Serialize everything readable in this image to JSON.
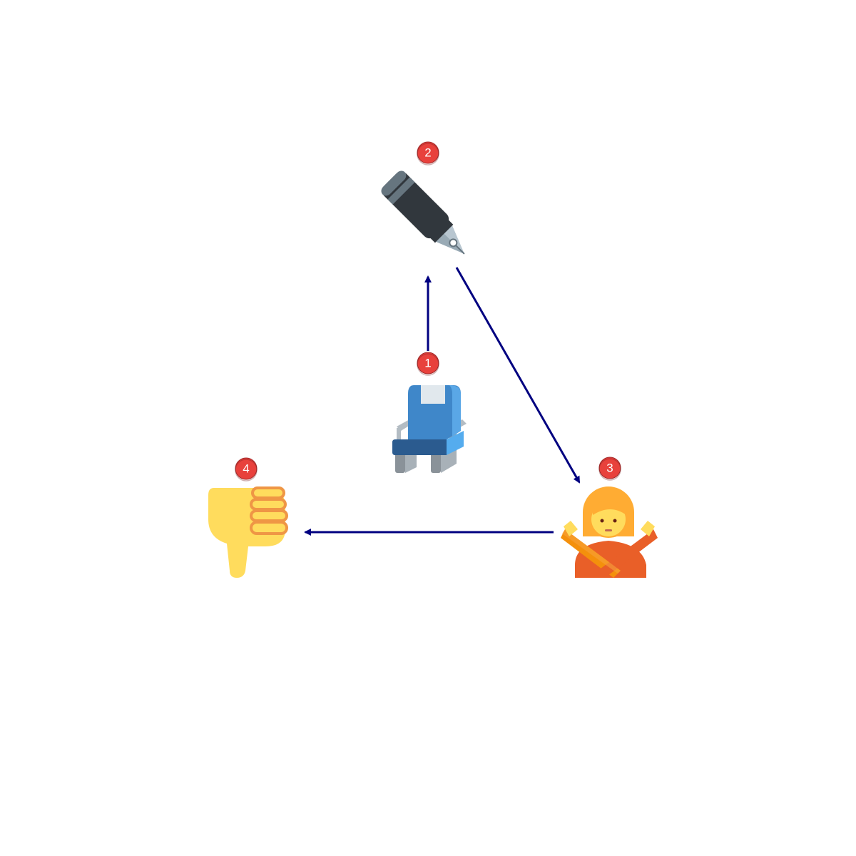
{
  "diagram": {
    "colors": {
      "arrow": "#000080",
      "badge_fill": "#e8413c",
      "badge_text": "#ffffff"
    },
    "nodes": [
      {
        "id": "seat",
        "icon": "seat-icon",
        "badge": "1"
      },
      {
        "id": "pen",
        "icon": "fountain-pen-icon",
        "badge": "2"
      },
      {
        "id": "person",
        "icon": "person-gesturing-no-icon",
        "badge": "3"
      },
      {
        "id": "thumbs",
        "icon": "thumbs-down-icon",
        "badge": "4"
      }
    ],
    "edges": [
      {
        "from": "1",
        "to": "2"
      },
      {
        "from": "2",
        "to": "3"
      },
      {
        "from": "3",
        "to": "4"
      }
    ]
  }
}
